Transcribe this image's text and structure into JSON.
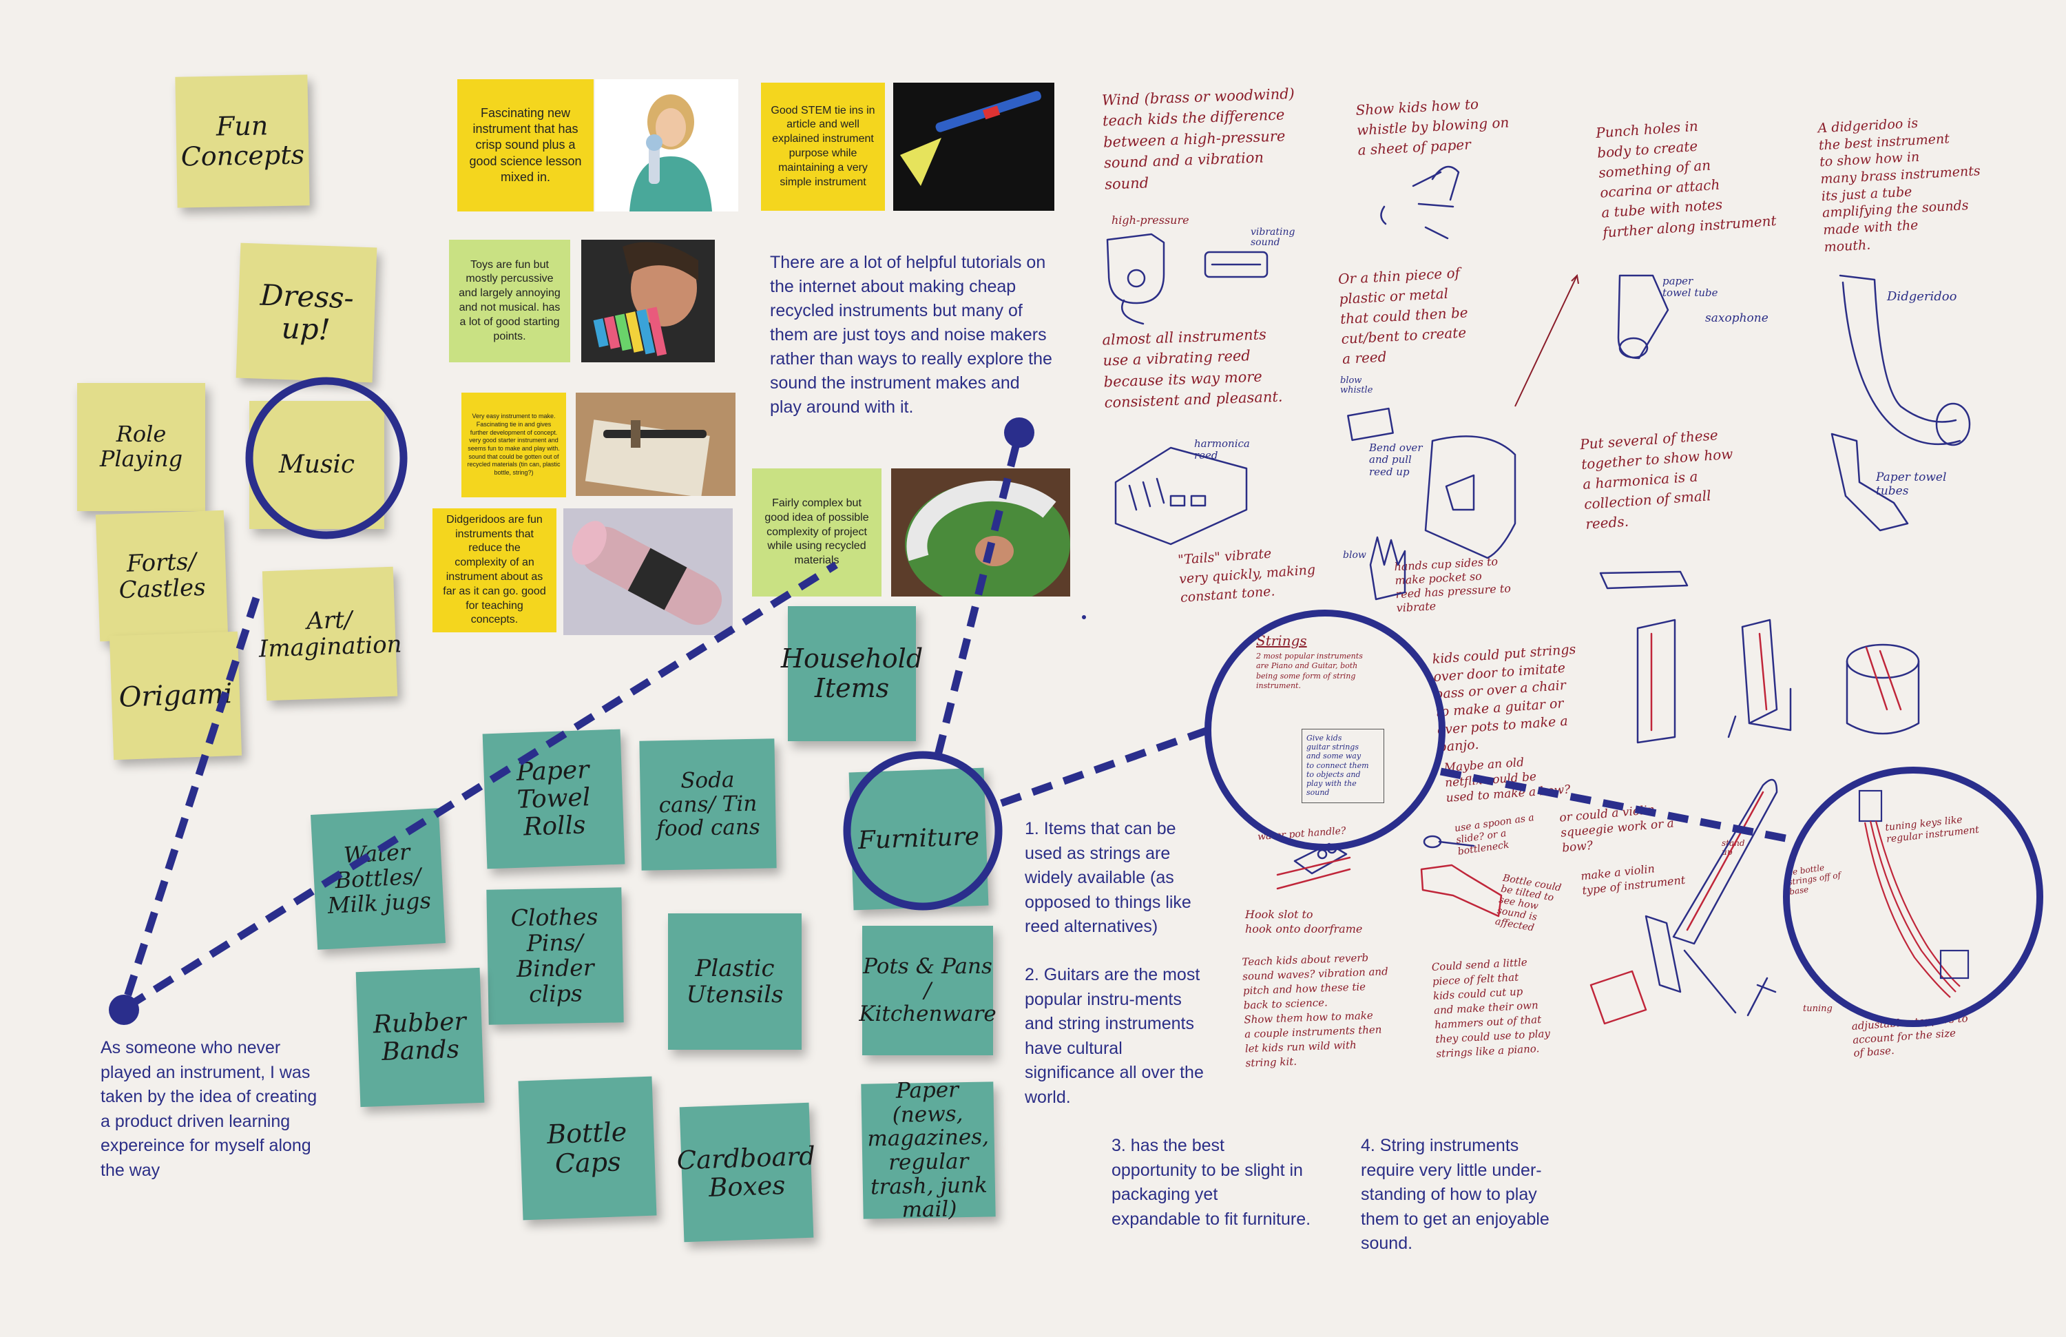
{
  "yellow_notes": {
    "fun_concepts": "Fun Concepts",
    "dress_up": "Dress-up!",
    "role_playing": "Role Playing",
    "music": "Music",
    "forts_castles": "Forts/ Castles",
    "art_imagination": "Art/ Imagination",
    "origami": "Origami"
  },
  "cards": {
    "card1": "Fascinating new instrument that has crisp sound plus a good science lesson mixed in.",
    "card2": "Good STEM tie ins in article and well explained instrument purpose while maintaining a very simple instrument",
    "card3": "Toys are fun but mostly percussive and largely annoying and not musical. has a lot of good starting points.",
    "card4": "Very easy instrument to make. Fascinating tie in and gives further development of concept. very good starter instrument and seems fun to make and play with. sound that could be gotten out of recycled materials (tin can, plastic bottle, string?)",
    "card5": "Didgeridoos are fun instruments that reduce the complexity of an instrument about as far as it can go. good for teaching concepts.",
    "card6": "Fairly complex but good idea of possible complexity of project while using recycled materials"
  },
  "tutorial_text": "There are a lot of helpful tutorials on the internet about making cheap recycled instruments but many of them are just toys and noise makers rather than ways to really explore the sound the instrument makes and play around with it.",
  "teal_notes": {
    "household": "Household Items",
    "paper_towel": "Paper Towel Rolls",
    "soda_cans": "Soda cans/ Tin food cans",
    "furniture": "Furniture",
    "water_bottles": "Water Bottles/ Milk jugs",
    "clothes_pins": "Clothes Pins/ Binder clips",
    "plastic_utensils": "Plastic Utensils",
    "pots_pans": "Pots & Pans / Kitchenware",
    "rubber_bands": "Rubber Bands",
    "bottle_caps": "Bottle Caps",
    "cardboard": "Cardboard Boxes",
    "paper": "Paper (news, magazines, regular trash, junk mail)"
  },
  "left_text": "As someone who never played an instrument, I was taken by the idea of creating a product driven learning expereince for myself along the way",
  "reasons": {
    "r1": "1. Items that can be used as strings are widely available (as opposed to things like reed alternatives)",
    "r2": "2. Guitars are the most popular instru-ments and string instruments have cultural significance all over the world.",
    "r3": "3. has the best opportunity to be slight in packaging yet expandable to fit furniture.",
    "r4": "4. String instruments require very little under-standing of how to play them to get an enjoyable sound."
  },
  "sketch_notes": {
    "wind": "Wind  (brass or woodwind)\nteach kids the difference\nbetween a high-pressure\nsound and a vibration\nsound",
    "high_pressure": "high-pressure",
    "vibrating_sound": "vibrating sound",
    "whistle": "Show kids how to\nwhistle by blowing on\na sheet of paper",
    "punch_holes": "Punch holes in\nbody to create\nsomething of an\nocarina or attach\na tube with notes\nfurther along instrument",
    "didgeridoo_note": "A didgeridoo is\nthe best instrument\nto show how in\nmany brass instruments\nits just a tube\namplifying the sounds\nmade with the\nmouth.",
    "reed_note": "almost all instruments\nuse a vibrating reed\nbecause its way more\nconsistent and pleasant.",
    "plastic_note": "Or a thin piece of\nplastic or metal\nthat could then be\ncut/bent to create\na reed",
    "paper_towel_tube": "paper towel tube",
    "saxophone": "saxophone",
    "didgeridoo_label": "Didgeridoo",
    "harmonica_reed": "harmonica reed",
    "blow_whistle": "blow whistle",
    "bend_over": "Bend over and pull reed up",
    "harmonica_note": "Put several of these\ntogether to show how\na harmonica is a\ncollection of small\nreeds.",
    "paper_towel_tubes": "Paper towel tubes",
    "tails_vibrate": "\"Tails\" vibrate\nvery quickly, making\nconstant tone.",
    "hands_cup": "hands cup sides to\nmake pocket so\nreed has pressure to\nvibrate",
    "blow": "blow",
    "strings_title": "Strings",
    "strings_note": "2 most popular instruments\nare Piano and Guitar, both\nbeing some form of string\ninstrument.",
    "give_kids": "Give kids\nguitar strings\nand some way\nto connect them\nto objects and\nplay with the\nsound",
    "kids_strings": "kids could put strings\nover door to imitate\nbass or over a chair\nto make a guitar or\nover pots to make a\nbanjo.",
    "maybe_old": "Maybe an old\nnetflix could be\nused to make a bow?",
    "violin": "or could a violin\nsqueegie work or a\nbow?",
    "violin_type": "make a violin\ntype of instrument",
    "water_pot": "water pot handle?",
    "spoon_slide": "use a spoon as a\nslide? or a bottleneck",
    "bottle_tilted": "Bottle could be tilted to see how sound is affected",
    "hook_door": "Hook slot to\nhook onto doorframe",
    "teach_reverb": "Teach kids about reverb\nsound waves? vibration and\npitch and how these tie\nback to science.\nShow them how to make\na couple instruments then\nlet kids run wild with\nstring kit.",
    "felt_note": "Could send a little\npiece of felt that\nkids could cut up\nand make their own\nhammers out of that\nthey could use to play\nstrings like a piano.",
    "tuning_keys": "tuning keys like regular instrument",
    "bottle_strings": "tie bottle strings off of base",
    "adjustable": "adjustable stoppers to\naccount for the size\nof base.",
    "stand_up": "stand up",
    "tuning": "tuning"
  }
}
